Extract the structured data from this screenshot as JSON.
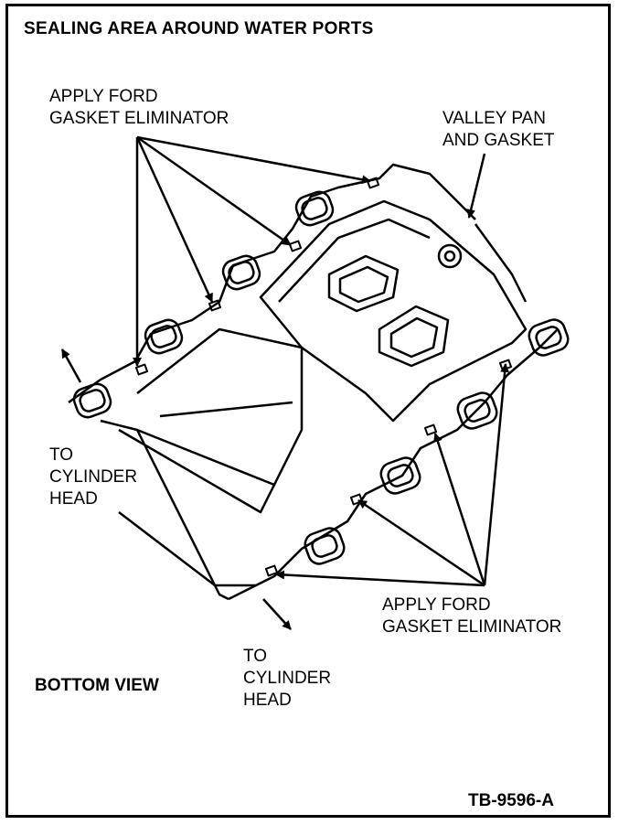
{
  "title": "SEALING AREA AROUND WATER PORTS",
  "labels": {
    "apply_top": "APPLY FORD\nGASKET ELIMINATOR",
    "valley": "VALLEY PAN\nAND GASKET",
    "to_head_left": "TO\nCYLINDER\nHEAD",
    "apply_bottom": "APPLY FORD\nGASKET ELIMINATOR",
    "to_head_bottom": "TO\nCYLINDER\nHEAD",
    "bottom_view": "BOTTOM VIEW",
    "figure_id": "TB-9596-A"
  }
}
